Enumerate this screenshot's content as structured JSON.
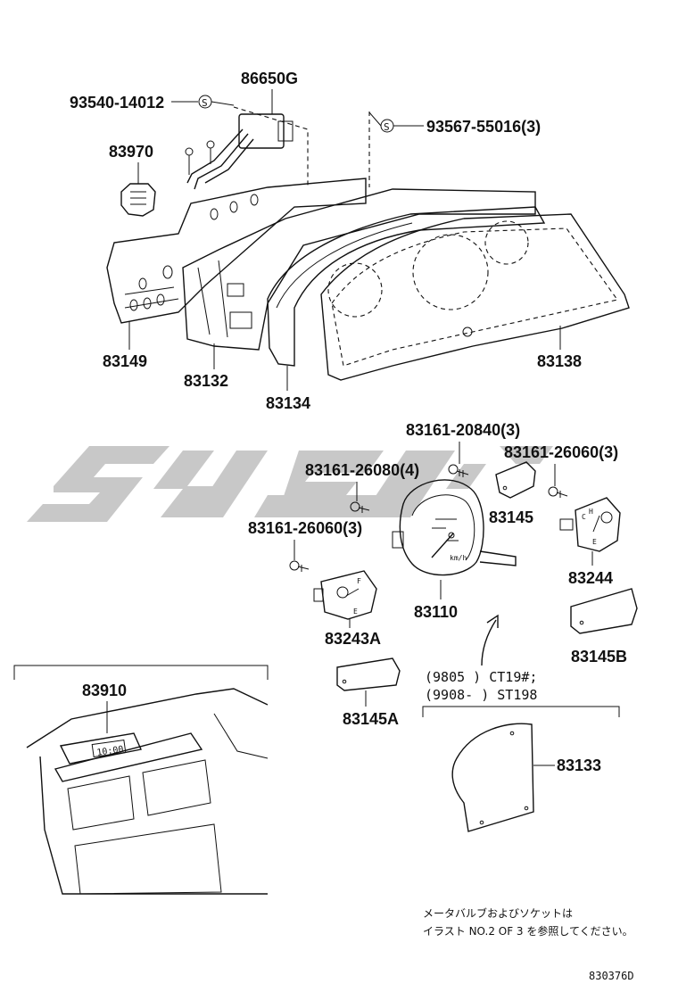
{
  "labels": {
    "p86650G": "86650G",
    "p93540": "93540-14012",
    "p93567": "93567-55016(3)",
    "p83970": "83970",
    "p83149": "83149",
    "p83132": "83132",
    "p83134": "83134",
    "p83138": "83138",
    "p83161_20840": "83161-20840(3)",
    "p83161_26080": "83161-26080(4)",
    "p83161_26060_r": "83161-26060(3)",
    "p83161_26060_l": "83161-26060(3)",
    "p83145": "83145",
    "p83244": "83244",
    "p83110": "83110",
    "p83243A": "83243A",
    "p83145B": "83145B",
    "p83910": "83910",
    "p83145A": "83145A",
    "p83133": "83133",
    "range1": "(9805        ) CT19#;",
    "range2": "(9908-       ) ST198",
    "note1": "メータバルブおよびソケットは",
    "note2": "イラスト NO.2 OF 3 を参照してください。",
    "fig_no": "830376D",
    "sym_s": "S",
    "speedo_unit": "km/h",
    "clock": "10:00"
  },
  "colors": {
    "line": "#111111",
    "watermark": "#c8c8c8",
    "background": "#ffffff"
  }
}
